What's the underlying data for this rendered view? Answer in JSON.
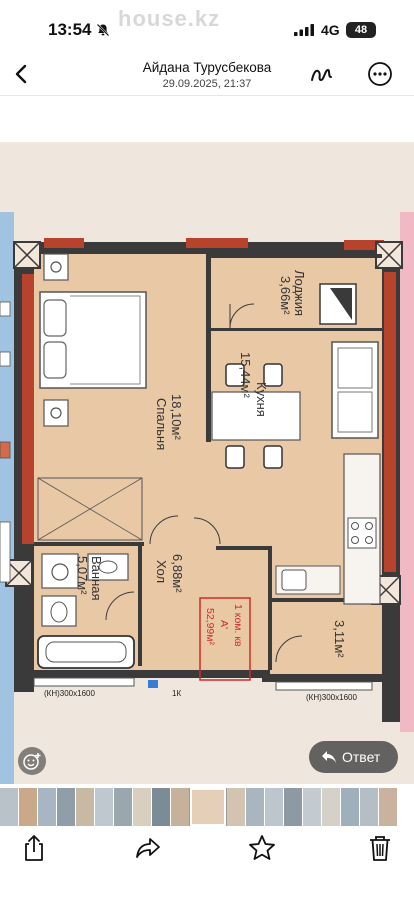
{
  "status": {
    "time": "13:54",
    "network": "4G",
    "battery": "48",
    "watermark": "house.kz"
  },
  "header": {
    "sender": "Айдана Турусбекова",
    "datetime": "29.09.2025, 21:37"
  },
  "plan": {
    "rooms": {
      "loggia_name": "Лоджия",
      "loggia_area": "3,66м²",
      "kitchen_name": "Кухня",
      "kitchen_area": "15,44м²",
      "bedroom_area": "18,10м²",
      "bedroom_name": "Спальня",
      "bathroom_name": "Ванная",
      "bathroom_area": "5,07м²",
      "hall_area": "6,88м²",
      "hall_name": "Хол",
      "storage_area": "3,11м²"
    },
    "stamp": {
      "line1": "1 ком. кв",
      "line2": "А'",
      "line3": "52,99м²"
    },
    "window_tag_left": "(КН)300х1600",
    "window_tag_right": "(КН)300х1600",
    "door_tag": "1К"
  },
  "actions": {
    "reply": "Ответ"
  },
  "colors": {
    "wall": "#3a3a3a",
    "floor": "#e9c8a6",
    "stamp": "#d12a2a",
    "window_red": "#b8432c"
  }
}
